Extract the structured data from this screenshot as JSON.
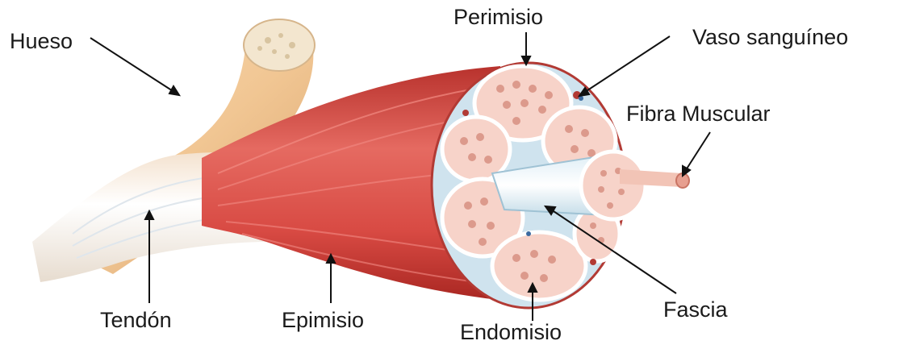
{
  "labels": {
    "hueso": "Hueso",
    "perimisio": "Perimisio",
    "vaso": "Vaso sanguíneo",
    "fibra": "Fibra Muscular",
    "tendon": "Tendón",
    "epimisio": "Epimisio",
    "fascia": "Fascia",
    "endomisio": "Endomisio"
  },
  "colors": {
    "muscle": "#c9302c",
    "muscle_light": "#e8716a",
    "bone": "#f1c693",
    "tendon": "#eef4f8",
    "fascicle": "#f7d3c9",
    "fiber_dots": "#dc9a8c",
    "sheath": "#cfe3ee"
  }
}
